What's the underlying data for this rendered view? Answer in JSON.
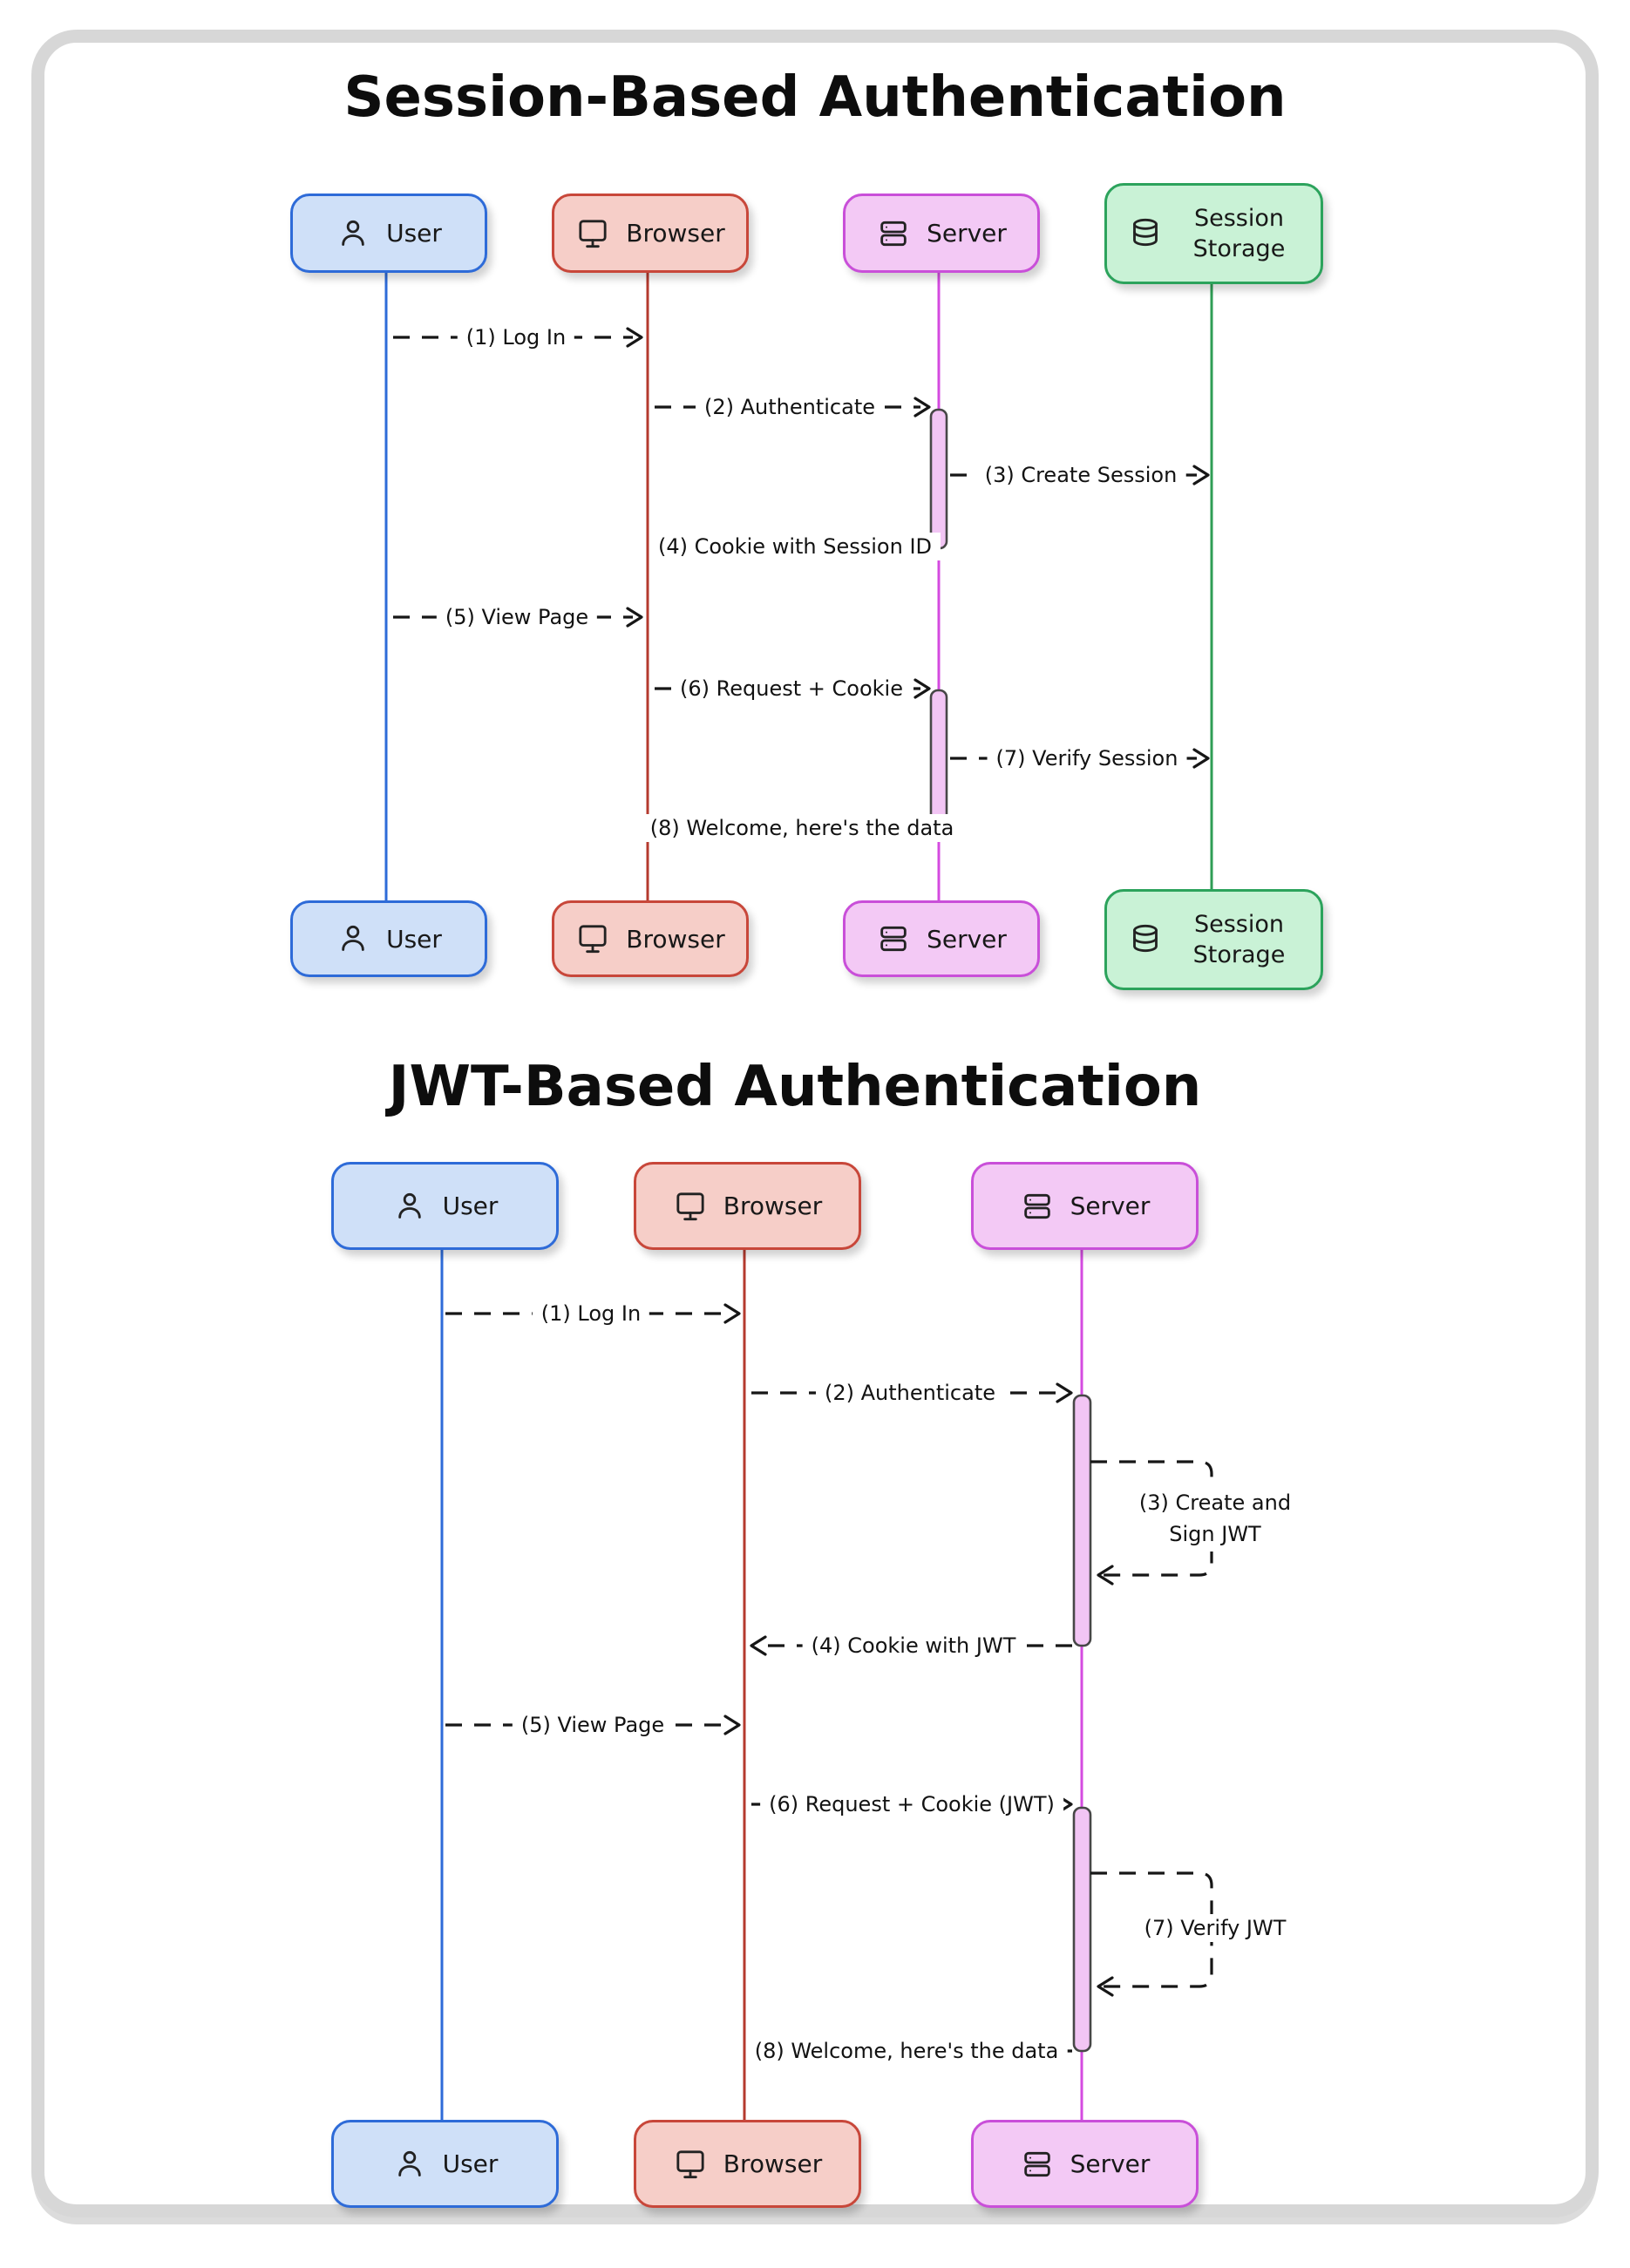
{
  "page": {
    "background": "#ffffff",
    "frame_border_color": "#d7d7d7"
  },
  "colors": {
    "user_fill": "#cfe0f8",
    "user_border": "#2e6bd8",
    "browser_fill": "#f6cec8",
    "browser_border": "#c8473a",
    "server_fill": "#f3c9f5",
    "server_border": "#c94fd9",
    "storage_fill": "#c9f2d6",
    "storage_border": "#2ca35c",
    "activation_fill": "#f2c5f4",
    "message_line_color": "#161616"
  },
  "icons": {
    "user": "person-outline",
    "browser": "monitor-outline",
    "server": "server-rack-outline",
    "session_storage": "database-cylinder-outline"
  },
  "diagram1": {
    "title": "Session-Based Authentication",
    "actors": [
      {
        "label": "User"
      },
      {
        "label": "Browser"
      },
      {
        "label": "Server"
      },
      {
        "label": "Session Storage"
      }
    ],
    "messages": [
      {
        "label": "(1) Log In",
        "from": "User",
        "to": "Browser"
      },
      {
        "label": "(2) Authenticate",
        "from": "Browser",
        "to": "Server"
      },
      {
        "label": "(3) Create Session",
        "from": "Server",
        "to": "Session Storage"
      },
      {
        "label": "(4) Cookie with Session ID",
        "from": "Server",
        "to": "Browser"
      },
      {
        "label": "(5) View Page",
        "from": "User",
        "to": "Browser"
      },
      {
        "label": "(6) Request + Cookie",
        "from": "Browser",
        "to": "Server"
      },
      {
        "label": "(7) Verify Session",
        "from": "Server",
        "to": "Session Storage"
      },
      {
        "label": "(8) Welcome, here's the data",
        "from": "Server",
        "to": "Browser"
      }
    ]
  },
  "diagram2": {
    "title": "JWT-Based Authentication",
    "actors": [
      {
        "label": "User"
      },
      {
        "label": "Browser"
      },
      {
        "label": "Server"
      }
    ],
    "messages": [
      {
        "label": "(1) Log In",
        "from": "User",
        "to": "Browser"
      },
      {
        "label": "(2) Authenticate",
        "from": "Browser",
        "to": "Server"
      },
      {
        "label": "(3) Create and Sign JWT",
        "from": "Server",
        "to": "Server"
      },
      {
        "label": "(4) Cookie with JWT",
        "from": "Server",
        "to": "Browser"
      },
      {
        "label": "(5) View Page",
        "from": "User",
        "to": "Browser"
      },
      {
        "label": "(6) Request + Cookie (JWT)",
        "from": "Browser",
        "to": "Server"
      },
      {
        "label": "(7) Verify JWT",
        "from": "Server",
        "to": "Server"
      },
      {
        "label": "(8) Welcome, here's the data",
        "from": "Server",
        "to": "Browser"
      }
    ]
  }
}
